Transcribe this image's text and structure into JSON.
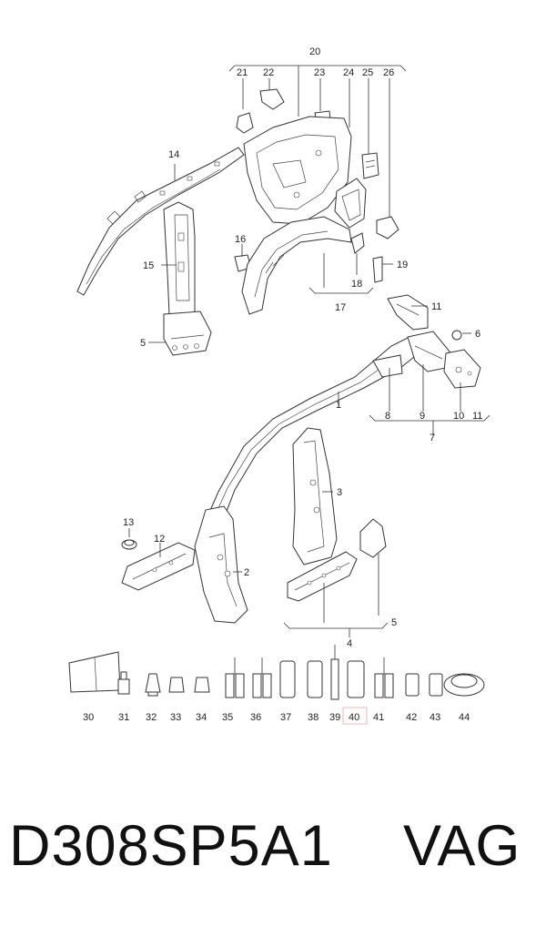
{
  "callouts": {
    "c1": "1",
    "c2": "2",
    "c3": "3",
    "c4": "4",
    "c5a": "5",
    "c5b": "5",
    "c6": "6",
    "c7": "7",
    "c8": "8",
    "c9": "9",
    "c10": "10",
    "c11a": "11",
    "c11b": "11",
    "c12": "12",
    "c13": "13",
    "c14": "14",
    "c15": "15",
    "c16": "16",
    "c17": "17",
    "c18": "18",
    "c19": "19",
    "c20": "20",
    "c21": "21",
    "c22": "22",
    "c23": "23",
    "c24": "24",
    "c25": "25",
    "c26": "26",
    "c30": "30",
    "c31": "31",
    "c32": "32",
    "c33": "33",
    "c34": "34",
    "c35": "35",
    "c36": "36",
    "c37": "37",
    "c38": "38",
    "c39": "39",
    "c40": "40",
    "c41": "41",
    "c42": "42",
    "c43": "43",
    "c44": "44"
  },
  "highlight_color": "#f3b6b6",
  "footer": {
    "code": "D308SP5A1",
    "brand": "VAG"
  }
}
